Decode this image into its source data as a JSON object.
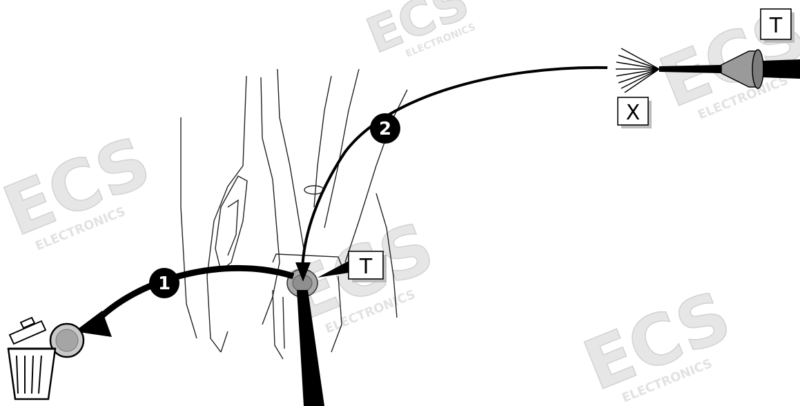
{
  "labels": {
    "grommet_label": "T",
    "wire_ends_label": "X",
    "hole_label": "T"
  },
  "steps": {
    "step1": "1",
    "step2": "2"
  },
  "watermark": {
    "brand": "ECS",
    "sub": "ELECTRONICS"
  },
  "colors": {
    "line": "#000000",
    "grommet": "#9a9a9a",
    "watermark": "#e6e6e6"
  }
}
